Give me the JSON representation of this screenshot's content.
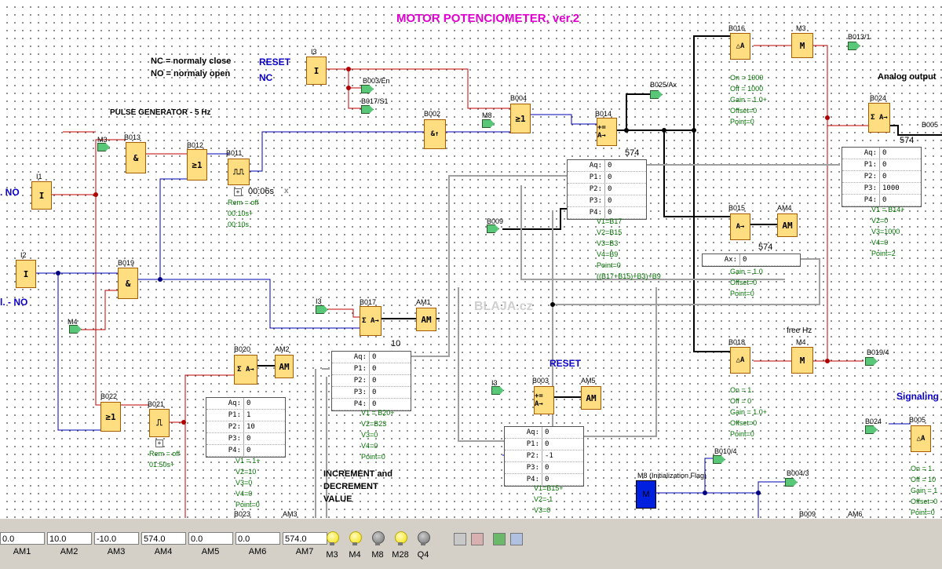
{
  "title": "MOTOR POTENCIOMETER, ver.2",
  "notes": {
    "nc": "NC = normaly close",
    "no": "NO = normaly open",
    "reset_nc_1": "RESET",
    "reset_nc_2": "NC",
    "pulse": "PULSE GENERATOR - 5 Hz",
    "incdec_1": "INCREMENT and",
    "incdec_2": "DECREMENT",
    "incdec_3": "VALUE",
    "reset2": "RESET",
    "analog_output": "Analog output",
    "signaling": "Signaling",
    "watermark": "BLAJA.cz",
    "free_hz": "free Hz",
    "no_left1": ". NO",
    "no_left2": "l. - NO",
    "m8_init": "M8 (Initialization Flag)"
  },
  "blocks": {
    "I1": {
      "name": "I1",
      "sym": "I"
    },
    "I2": {
      "name": "I2",
      "sym": "I"
    },
    "I3": {
      "name": "I3",
      "sym": "I"
    },
    "B013": {
      "name": "B013",
      "sym": "&"
    },
    "B012": {
      "name": "B012",
      "sym": "≥1"
    },
    "B011": {
      "name": "B011",
      "sym": "⎍⎍"
    },
    "B019": {
      "name": "B019",
      "sym": "&"
    },
    "B022": {
      "name": "B022",
      "sym": "≥1"
    },
    "B021": {
      "name": "B021",
      "sym": "⎍"
    },
    "B020": {
      "name": "B020",
      "sym": "Σ A→"
    },
    "AM2": {
      "name": "AM2",
      "sym": "AM"
    },
    "B017": {
      "name": "B017",
      "sym": "Σ A→"
    },
    "AM1": {
      "name": "AM1",
      "sym": "AM"
    },
    "B002": {
      "name": "B002",
      "sym": "&↑"
    },
    "B004": {
      "name": "B004",
      "sym": "≥1"
    },
    "B014": {
      "name": "B014",
      "sym": "+= A→"
    },
    "B003": {
      "name": "B003",
      "sym": "+= A→"
    },
    "AM5": {
      "name": "AM5",
      "sym": "AM"
    },
    "B016": {
      "name": "B016",
      "sym": "△A"
    },
    "M3": {
      "name": "M3",
      "sym": "M"
    },
    "B015": {
      "name": "B015",
      "sym": "A→"
    },
    "AM4": {
      "name": "AM4",
      "sym": "AM"
    },
    "B018": {
      "name": "B018",
      "sym": "△A"
    },
    "M4": {
      "name": "M4",
      "sym": "M"
    },
    "B024": {
      "name": "B024",
      "sym": "Σ A→"
    },
    "B005": {
      "name": "B005",
      "sym": "△A"
    },
    "M8": {
      "name": "M8",
      "sym": "M"
    }
  },
  "flags": {
    "M3": "M3",
    "M4": "M4",
    "I3a": "I3",
    "I3b": "I3",
    "B009": "B009",
    "M8f": "M8",
    "B003En": "B003/En",
    "B017S1": "B017/S1",
    "B025Ax": "B025/Ax",
    "B013_1": "B013/1",
    "B005x": "B005",
    "B019_4": "B019/4",
    "B010_4": "B010/4",
    "B004_3": "B004/3",
    "B024f": "B024"
  },
  "values": {
    "b011_time": "00:06s",
    "b014_val": "574",
    "b017_val": "10",
    "b024_val": "574",
    "b015_val": "574",
    "b003_val": "0"
  },
  "tables": {
    "b014": [
      [
        "Aq",
        "0"
      ],
      [
        "P1",
        "0"
      ],
      [
        "P2",
        "0"
      ],
      [
        "P3",
        "0"
      ],
      [
        "P4",
        "0"
      ]
    ],
    "b020": [
      [
        "Aq",
        "0"
      ],
      [
        "P1",
        "1"
      ],
      [
        "P2",
        "10"
      ],
      [
        "P3",
        "0"
      ],
      [
        "P4",
        "0"
      ]
    ],
    "b017": [
      [
        "Aq",
        "0"
      ],
      [
        "P1",
        "0"
      ],
      [
        "P2",
        "0"
      ],
      [
        "P3",
        "0"
      ],
      [
        "P4",
        "0"
      ]
    ],
    "b024": [
      [
        "Aq",
        "0"
      ],
      [
        "P1",
        "0"
      ],
      [
        "P2",
        "0"
      ],
      [
        "P3",
        "1000"
      ],
      [
        "P4",
        "0"
      ]
    ],
    "b015": [
      [
        "Ax",
        "0"
      ]
    ],
    "b003": [
      [
        "Aq",
        "0"
      ],
      [
        "P1",
        "0"
      ],
      [
        "P2",
        "-1"
      ],
      [
        "P3",
        "0"
      ],
      [
        "P4",
        "0"
      ]
    ]
  },
  "green": {
    "b011": [
      "Rem = off",
      "00:10s+",
      "00:10s"
    ],
    "b021": [
      "Rem = off",
      "01:50s+"
    ],
    "b020": [
      "V1 = 1+",
      "V2=10",
      "V3=0",
      "V4=0",
      "Point=0"
    ],
    "b017": [
      "V1 = B20+",
      "V2=B23",
      "V3=0",
      "V4=0",
      "Point=0"
    ],
    "b014": [
      "V1=B17",
      "V2=B15",
      "V3=B3",
      "V4=B9",
      "Point=0",
      "((B17+B15)+B3)+B9"
    ],
    "b016": [
      "On    = 1000",
      "Off   = 1000",
      "Gain  = 1.0+",
      "Offset=0",
      "Point=0"
    ],
    "b024": [
      "V1 = B14+",
      "V2=0",
      "V3=1000",
      "V4=0",
      "Point=2"
    ],
    "b015": [
      "Gain  = 1.0",
      "Offset=0",
      "Point=0"
    ],
    "b018": [
      "On    = 1",
      "Off   = 0",
      "Gain  = 1.0+",
      "Offset=0",
      "Point=0"
    ],
    "b003": [
      "V1=B15+",
      "V2=-1",
      "V3=0"
    ],
    "b005": [
      "On  = 1",
      "Off  = 10",
      "Gain  = 1",
      "Offset=0",
      "Point=0"
    ]
  },
  "bottom_labels": {
    "b023": "B023",
    "am3": "AM3",
    "b009": "B009",
    "am6": "AM6"
  },
  "statusbar": {
    "analog": [
      {
        "label": "AM1",
        "value": "0.0"
      },
      {
        "label": "AM2",
        "value": "10.0"
      },
      {
        "label": "AM3",
        "value": "-10.0"
      },
      {
        "label": "AM4",
        "value": "574.0"
      },
      {
        "label": "AM5",
        "value": "0.0"
      },
      {
        "label": "AM6",
        "value": "0.0"
      },
      {
        "label": "AM7",
        "value": "574.0"
      }
    ],
    "indicators": [
      {
        "label": "M3",
        "on": true
      },
      {
        "label": "M4",
        "on": true
      },
      {
        "label": "M8",
        "on": false
      },
      {
        "label": "M28",
        "on": true
      },
      {
        "label": "Q4",
        "on": false
      }
    ]
  }
}
